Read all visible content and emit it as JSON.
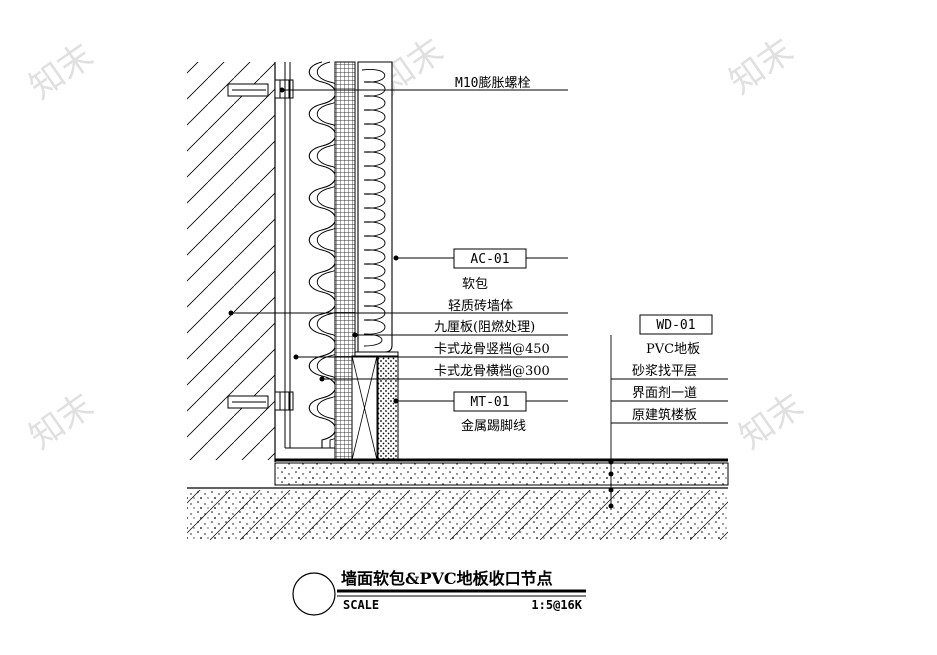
{
  "labels": {
    "bolt": "M10膨胀螺栓",
    "ac_tag": "AC-01",
    "soft_pack": "软包",
    "brick_wall": "轻质砖墙体",
    "nine_board": "九厘板(阻燃处理)",
    "stud_v": "卡式龙骨竖档@450",
    "stud_h": "卡式龙骨横档@300",
    "mt_tag": "MT-01",
    "metal_skirting": "金属踢脚线",
    "wd_tag": "WD-01",
    "pvc_floor": "PVC地板",
    "mortar": "砂浆找平层",
    "interface": "界面剂一道",
    "slab": "原建筑楼板"
  },
  "title": {
    "main": "墙面软包&PVC地板收口节点",
    "scale_label": "SCALE",
    "scale_value": "1:5@16K"
  },
  "watermark": "知末"
}
